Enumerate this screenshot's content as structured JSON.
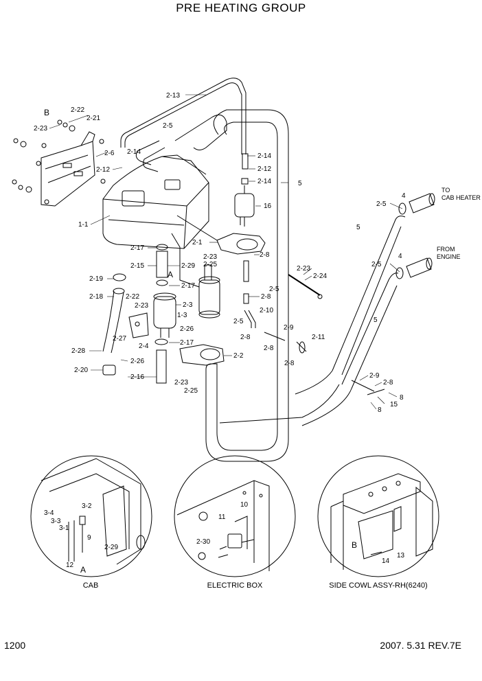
{
  "title": "PRE HEATING GROUP",
  "page_number": "1200",
  "revision": "2007. 5.31  REV.7E",
  "callouts": {
    "c_2_13": "2-13",
    "c_b_top": "B",
    "c_2_22a": "2-22",
    "c_2_21": "2-21",
    "c_2_23a": "2-23",
    "c_2_5a": "2-5",
    "c_2_14a": "2-14",
    "c_2_6": "2-6",
    "c_2_12a": "2-12",
    "c_1_1": "1-1",
    "c_2_14b": "2-14",
    "c_2_12b": "2-12",
    "c_2_14c": "2-14",
    "c_5a": "5",
    "c_16": "16",
    "c_4a": "4",
    "c_to": "TO",
    "c_cab_heater": "CAB HEATER",
    "c_2_5b": "2-5",
    "c_5b": "5",
    "c_from": "FROM",
    "c_engine": "ENGINE",
    "c_4b": "4",
    "c_2_5c": "2-5",
    "c_2_1": "2-1",
    "c_2_17a": "2-17",
    "c_2_23b": "2-23",
    "c_2_25a": "2-25",
    "c_2_8a": "2-8",
    "c_2_15": "2-15",
    "c_2_29a": "2-29",
    "c_a_main": "A",
    "c_2_23c": "2-23",
    "c_2_24": "2-24",
    "c_2_19": "2-19",
    "c_2_17b": "2-17",
    "c_2_5d": "2-5",
    "c_2_18": "2-18",
    "c_2_22b": "2-22",
    "c_2_8b": "2-8",
    "c_2_23d": "2-23",
    "c_2_3": "2-3",
    "c_1_3": "1-3",
    "c_2_10": "2-10",
    "c_5c": "5",
    "c_2_5e": "2-5",
    "c_2_9a": "2-9",
    "c_2_27": "2-27",
    "c_2_26a": "2-26",
    "c_2_8c": "2-8",
    "c_2_4": "2-4",
    "c_2_17c": "2-17",
    "c_2_11": "2-11",
    "c_2_28": "2-28",
    "c_2_8d": "2-8",
    "c_2_2": "2-2",
    "c_2_26b": "2-26",
    "c_2_8e": "2-8",
    "c_2_20": "2-20",
    "c_2_16": "2-16",
    "c_2_23e": "2-23",
    "c_2_25b": "2-25",
    "c_2_9b": "2-9",
    "c_2_8f": "2-8",
    "c_8a": "8",
    "c_15": "15",
    "c_8b": "8",
    "c_3_4": "3-4",
    "c_3_2": "3-2",
    "c_3_3": "3-3",
    "c_3_1": "3-1",
    "c_9": "9",
    "c_2_29b": "2-29",
    "c_12": "12",
    "c_a_cab": "A",
    "c_11": "11",
    "c_10": "10",
    "c_2_30": "2-30",
    "c_b_cowl": "B",
    "c_13": "13",
    "c_14": "14"
  },
  "captions": {
    "cab": "CAB",
    "electric_box": "ELECTRIC BOX",
    "side_cowl": "SIDE COWL ASSY-RH(6240)"
  }
}
